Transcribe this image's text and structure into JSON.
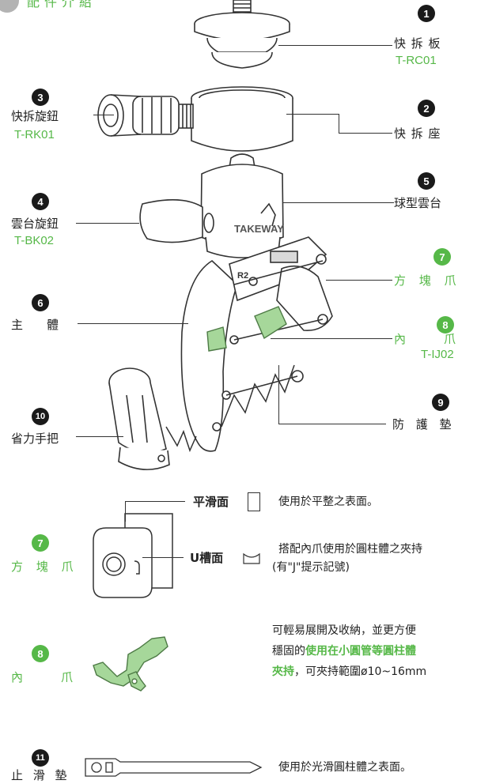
{
  "header": {
    "partial_title": "配件介紹",
    "badge_color": "#b3b3b3"
  },
  "colors": {
    "accent_green": "#56b848",
    "text": "#222222",
    "line": "#333333"
  },
  "callouts": [
    {
      "num": "1",
      "label": "快 拆 板",
      "code": "T-RC01"
    },
    {
      "num": "2",
      "label": "快 拆 座"
    },
    {
      "num": "3",
      "label": "快拆旋鈕",
      "code": "T-RK01"
    },
    {
      "num": "4",
      "label": "雲台旋鈕",
      "code": "T-BK02"
    },
    {
      "num": "5",
      "label": "球型雲台"
    },
    {
      "num": "6",
      "label": "主　　體"
    },
    {
      "num": "7",
      "label": "方 塊 爪"
    },
    {
      "num": "8",
      "label": "內　　爪",
      "code": "T-IJ02"
    },
    {
      "num": "9",
      "label": "防 護 墊"
    },
    {
      "num": "10",
      "label": "省力手把"
    }
  ],
  "clamp_marks": {
    "brand": "TAKEWAY",
    "model": "R2"
  },
  "block_jaw": {
    "num": "7",
    "label": "方 塊 爪",
    "flat": {
      "name": "平滑面",
      "desc": "使用於平整之表面。"
    },
    "ushape": {
      "name": "U槽面",
      "desc": "搭配內爪使用於圓柱體之夾持",
      "note": "(有\"J\"提示記號)"
    }
  },
  "inner_jaw": {
    "num": "8",
    "label": "內　　爪",
    "line1": "可輕易展開及收納，並更方便",
    "line2_pre": "穩固的",
    "line2_em": "使用在小圓管等圓柱體",
    "line3_em": "夾持",
    "line3_post": "，可夾持範圍ø10~16mm"
  },
  "anti_slip": {
    "num": "11",
    "label": "止 滑 墊",
    "desc": "使用於光滑圓柱體之表面。"
  }
}
